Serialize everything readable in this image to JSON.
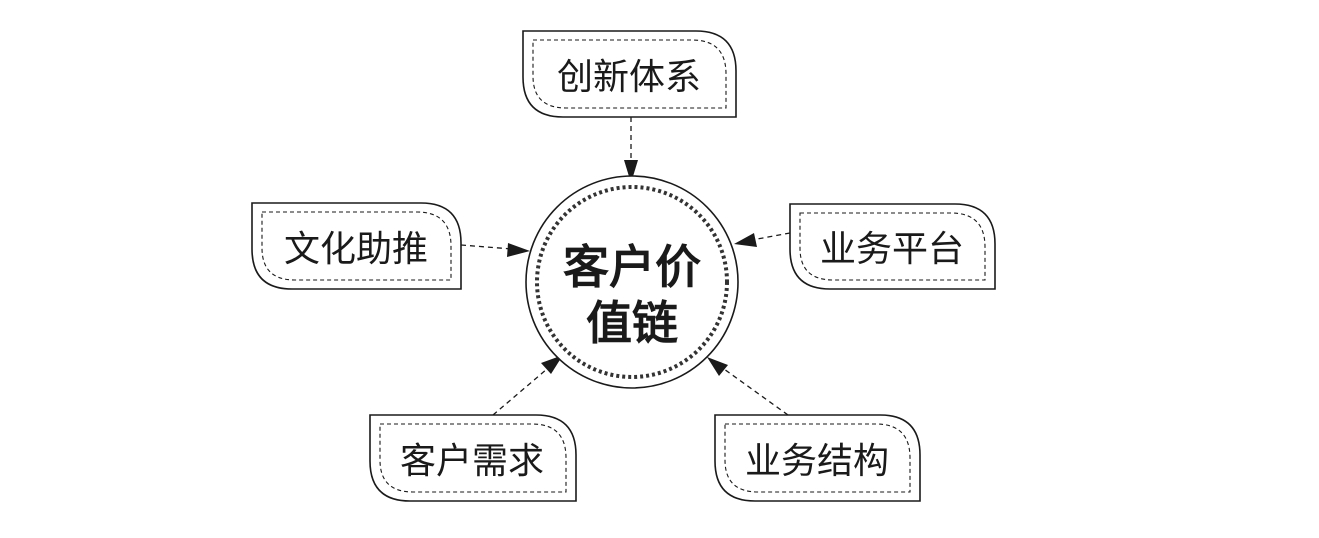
{
  "diagram": {
    "center": {
      "line1": "客户价",
      "line2": "值链"
    },
    "nodes": [
      {
        "id": "top",
        "label": "创新体系"
      },
      {
        "id": "left",
        "label": "文化助推"
      },
      {
        "id": "right",
        "label": "业务平台"
      },
      {
        "id": "bottom-left",
        "label": "客户需求"
      },
      {
        "id": "bottom-right",
        "label": "业务结构"
      }
    ],
    "colors": {
      "stroke": "#1a1a1a",
      "background": "#ffffff"
    }
  }
}
